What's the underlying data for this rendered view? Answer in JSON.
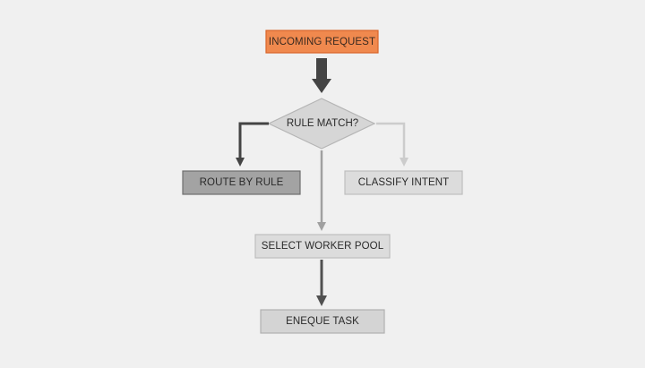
{
  "diagram": {
    "type": "flowchart",
    "nodes": [
      {
        "id": "incoming",
        "label": "INCOMING REQUEST",
        "shape": "rectangle",
        "fill": "#f0894e",
        "border": "#d9652a",
        "text_color": "#3a2a20"
      },
      {
        "id": "decision",
        "label": "RULE MATCH?",
        "shape": "diamond",
        "fill": "#d6d6d6",
        "border": "#b5b5b5"
      },
      {
        "id": "route",
        "label": "ROUTE BY RULE",
        "shape": "rectangle",
        "fill": "#a3a3a3",
        "border": "#6e6e6e"
      },
      {
        "id": "classify",
        "label": "CLASSIFY INTENT",
        "shape": "rectangle",
        "fill": "#dcdcdc",
        "border": "#bdbdbd"
      },
      {
        "id": "select",
        "label": "SELECT WORKER POOL",
        "shape": "rectangle",
        "fill": "#dcdcdc",
        "border": "#bdbdbd"
      },
      {
        "id": "enqueue",
        "label": "ENEQUE TASK",
        "shape": "rectangle",
        "fill": "#d4d4d4",
        "border": "#b0b0b0"
      }
    ],
    "edges": [
      {
        "from": "incoming",
        "to": "decision",
        "style": "thick-dark",
        "color": "#444444"
      },
      {
        "from": "decision",
        "to": "route",
        "style": "dark",
        "color": "#444444"
      },
      {
        "from": "decision",
        "to": "classify",
        "style": "light",
        "color": "#cccccc"
      },
      {
        "from": "decision",
        "to": "select",
        "style": "medium",
        "color": "#a0a0a0"
      },
      {
        "from": "select",
        "to": "enqueue",
        "style": "dark",
        "color": "#505050"
      }
    ]
  },
  "colors": {
    "background": "#f0f0f0",
    "accent": "#f0894e"
  }
}
